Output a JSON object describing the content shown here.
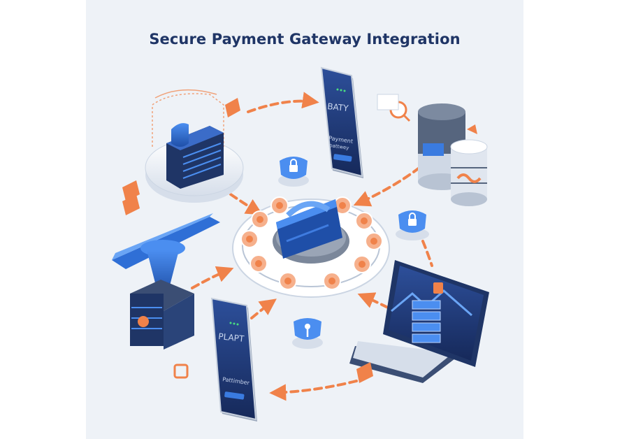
{
  "title": "Secure Payment Gateway Integration",
  "phone_top": {
    "heading": "BATY",
    "line1": "Payment",
    "line2": "pattwey"
  },
  "phone_bottom": {
    "heading": "PLAPT",
    "line1": "Pattimber"
  },
  "colors": {
    "accent": "#f0824a",
    "navy": "#1f3566",
    "blue": "#2f6fd6",
    "panel": "#eef2f7"
  },
  "icons": [
    "lock-icon",
    "shield-icon",
    "server-icon",
    "database-icon",
    "card-icon",
    "laptop-icon",
    "phone-icon",
    "key-icon",
    "magnifier-icon"
  ]
}
